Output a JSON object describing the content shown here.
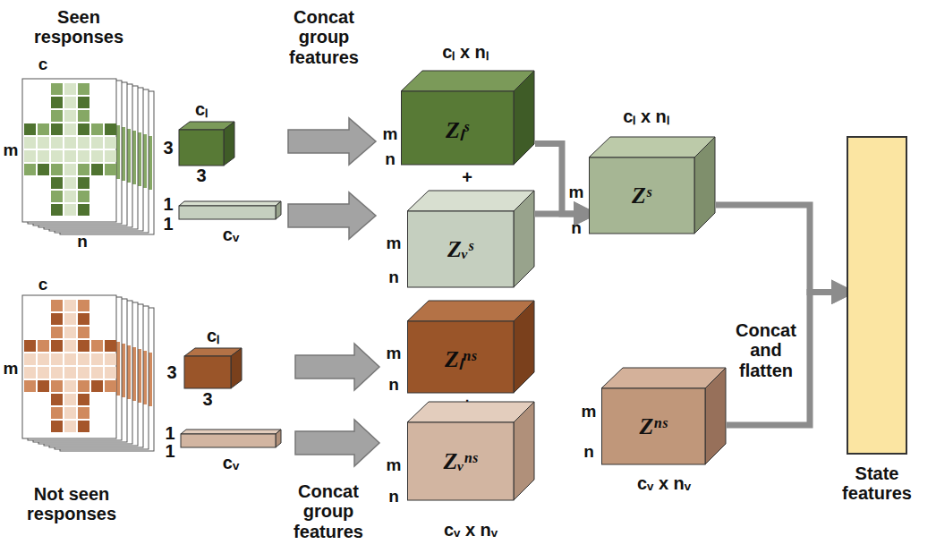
{
  "diagram": {
    "nodes": [
      {
        "text": [
          "Zₗˢ"
        ]
      },
      {
        "text": [
          "Zᵥˢ"
        ]
      },
      {
        "text": [
          "Zˢ"
        ]
      },
      {
        "text": [
          "Zₗⁿˢ"
        ]
      },
      {
        "text": [
          "Zᵥⁿˢ"
        ]
      },
      {
        "text": [
          "Zⁿˢ"
        ]
      },
      {
        "text": [
          "State features"
        ]
      }
    ],
    "edges": [
      {
        "from": 0,
        "to": 2,
        "arrow": "to"
      },
      {
        "from": 1,
        "to": 2,
        "arrow": "to"
      },
      {
        "from": 2,
        "to": 6,
        "label": "Concat and flatten",
        "arrow": "to"
      },
      {
        "from": 5,
        "to": 6,
        "arrow": "to"
      }
    ],
    "labels": [
      "Seen responses",
      "c",
      "m",
      "n",
      "cₗ",
      "3",
      "3",
      "1",
      "1",
      "cᵥ",
      "Concat group features",
      "cₗ x nₗ",
      "m",
      "n",
      "+",
      "m",
      "n",
      "cₗ x nₗ",
      "m",
      "n",
      "c",
      "m",
      "Not seen responses",
      "cₗ",
      "3",
      "3",
      "1",
      "1",
      "cᵥ",
      "Concat group features",
      "m",
      "n",
      "+",
      "m",
      "n",
      "cᵥ x nᵥ",
      "m",
      "n",
      "cᵥ x nᵥ"
    ]
  }
}
